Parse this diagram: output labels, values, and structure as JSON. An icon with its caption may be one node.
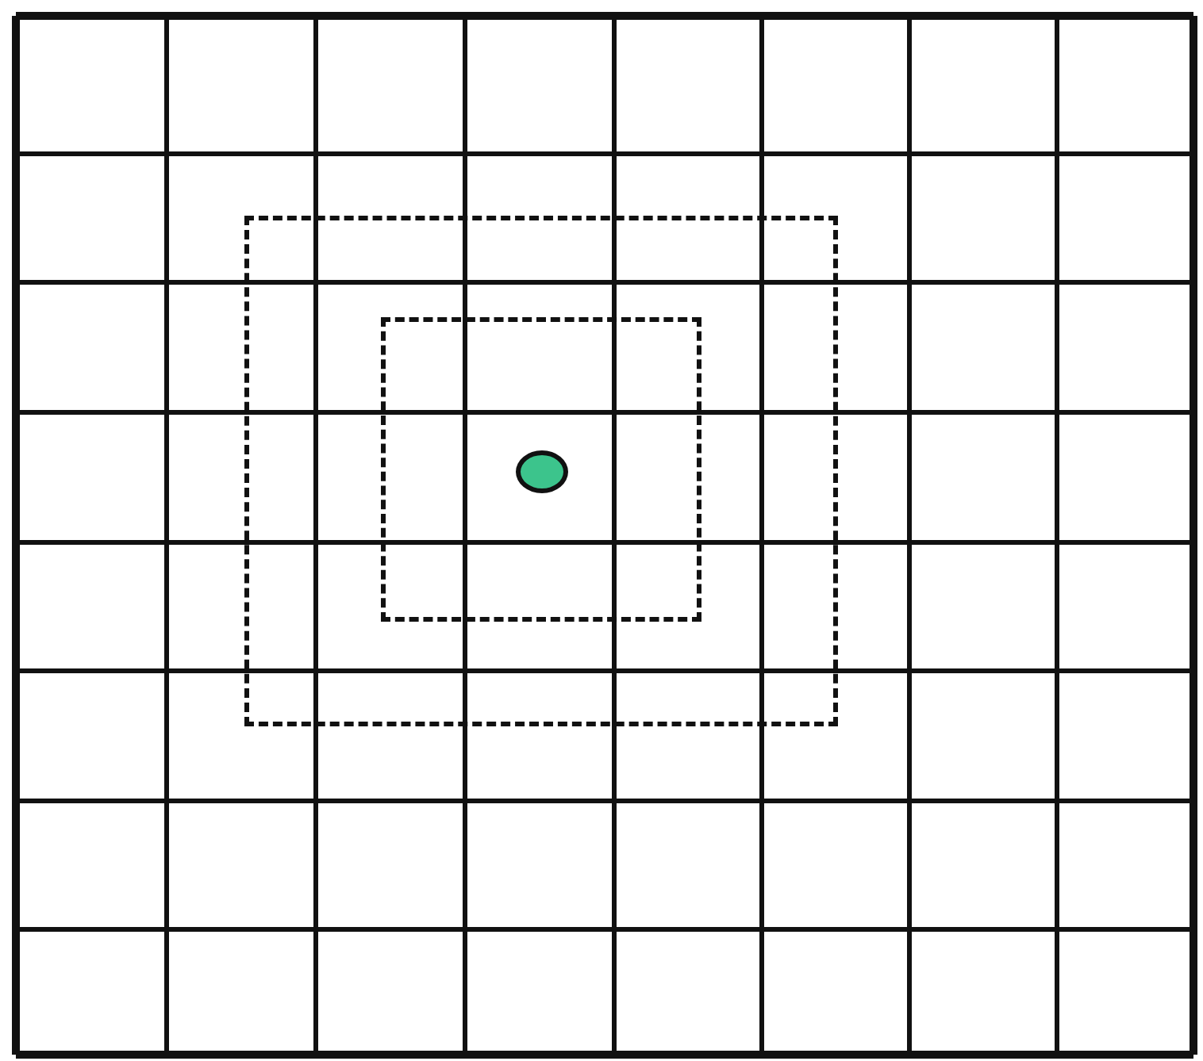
{
  "diagram": {
    "nodes": [
      {
        "text": [],
        "shape": "box"
      },
      {
        "text": [],
        "shape": "box",
        "in": 0
      },
      {
        "text": [],
        "shape": "circle",
        "in": 1
      }
    ]
  }
}
